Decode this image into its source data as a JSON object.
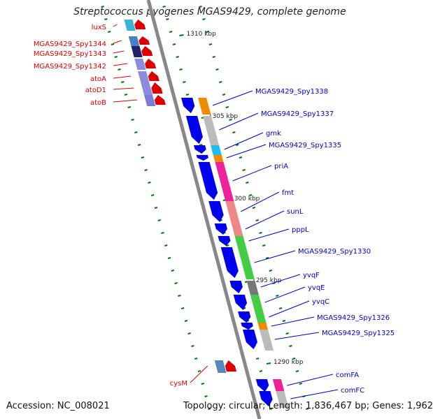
{
  "title": "Streptococcus pyogenes MGAS9429, complete genome",
  "footer": {
    "accession": "Accession: NC_008021",
    "stats": "Topology: circular; Length: 1,836,467 bp; Genes: 1,962"
  },
  "colors": {
    "backbone": "#888888",
    "forward_label": "#0000cc",
    "reverse_label": "#dd0000",
    "tick": "#007700"
  },
  "scale_labels": [
    "1310 kbp",
    "1305 kbp",
    "1300 kbp",
    "1295 kbp",
    "1290 kbp"
  ],
  "genes_reverse": [
    {
      "name": "luxS",
      "color": "#dd0000",
      "cog": "#3bb3d6"
    },
    {
      "name": "MGAS9429_Spy1344",
      "color": "#dd0000",
      "cog": "#4a7fc4"
    },
    {
      "name": "MGAS9429_Spy1343",
      "color": "#dd0000",
      "cog": "#22226b"
    },
    {
      "name": "MGAS9429_Spy1342",
      "color": "#dd0000",
      "cog": "#8b8be0"
    },
    {
      "name": "atoA",
      "color": "#dd0000",
      "cog": "#8b8be0"
    },
    {
      "name": "atoD1",
      "color": "#dd0000",
      "cog": "#8b8be0"
    },
    {
      "name": "atoB",
      "color": "#dd0000",
      "cog": "#7b7bd8"
    },
    {
      "name": "cysM",
      "color": "#dd0000",
      "cog": "#5588bb"
    }
  ],
  "genes_forward": [
    {
      "name": "MGAS9429_Spy1338",
      "color": "#0000ee",
      "cog": "#f08a00"
    },
    {
      "name": "MGAS9429_Spy1337",
      "color": "#0000ee",
      "cog": "#bbbbbb"
    },
    {
      "name": "gmk",
      "color": "#0000ee",
      "cog": "#22bbee"
    },
    {
      "name": "MGAS9429_Spy1335",
      "color": "#0000ee",
      "cog": "#f08a00"
    },
    {
      "name": "priA",
      "color": "#0000ee",
      "cog": "#ee2299"
    },
    {
      "name": "fmt",
      "color": "#0000ee",
      "cog": "#ee8888"
    },
    {
      "name": "sunL",
      "color": "#0000ee",
      "cog": "#ee8888"
    },
    {
      "name": "pppL",
      "color": "#0000ee",
      "cog": "#44cc44"
    },
    {
      "name": "MGAS9429_Spy1330",
      "color": "#0000ee",
      "cog": "#44cc44"
    },
    {
      "name": "yvqF",
      "color": "#0000ee",
      "cog": "#777777"
    },
    {
      "name": "yvqE",
      "color": "#0000ee",
      "cog": "#44cc44"
    },
    {
      "name": "yvqC",
      "color": "#0000ee",
      "cog": "#44cc44"
    },
    {
      "name": "MGAS9429_Spy1326",
      "color": "#0000ee",
      "cog": "#f08a00"
    },
    {
      "name": "MGAS9429_Spy1325",
      "color": "#0000ee",
      "cog": "#bbbbbb"
    },
    {
      "name": "comFA",
      "color": "#0000ee",
      "cog": "#ee2299"
    },
    {
      "name": "comFC",
      "color": "#0000ee",
      "cog": "#bbbbbb"
    }
  ]
}
